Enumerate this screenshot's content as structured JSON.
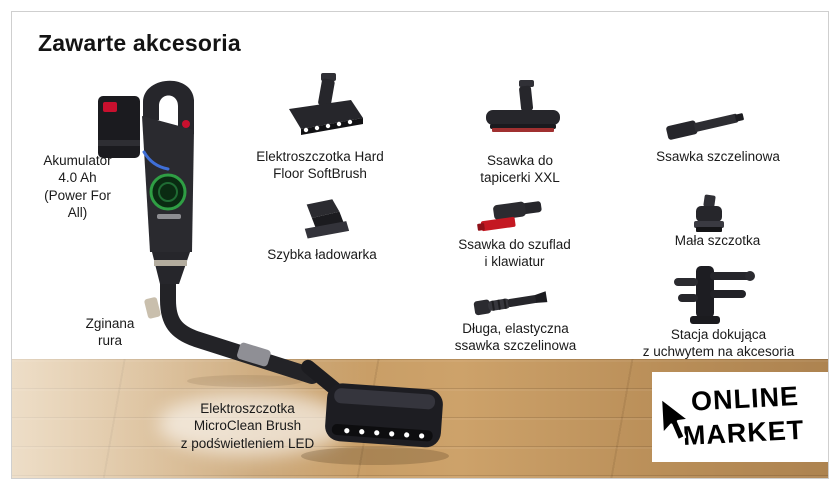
{
  "page": {
    "title": "Zawarte akcesoria"
  },
  "vacuum": {
    "battery_label": "Akumulator\n4.0 Ah\n(Power For\nAll)",
    "tube_label": "Zginana\nrura",
    "brush_label": "Elektroszczotka\nMicroClean Brush\nz podświetleniem LED"
  },
  "accessories": [
    {
      "id": "hard-floor-softbrush",
      "label": "Elektroszczotka Hard\nFloor SoftBrush"
    },
    {
      "id": "ssawka-tapicerki-xxl",
      "label": "Ssawka do\ntapicerki XXL"
    },
    {
      "id": "ssawka-szczelinowa",
      "label": "Ssawka szczelinowa"
    },
    {
      "id": "szybka-ladowarka",
      "label": "Szybka ładowarka"
    },
    {
      "id": "ssawka-szuflad",
      "label": "Ssawka do szuflad\ni klawiatur"
    },
    {
      "id": "mala-szczotka",
      "label": "Mała szczotka"
    },
    {
      "id": "dluga-ssawka",
      "label": "Długa, elastyczna\nssawka szczelinowa"
    },
    {
      "id": "stacja-dokujaca",
      "label": "Stacja dokująca\nz uchwytem na akcesoria"
    }
  ],
  "logo": {
    "line1": "ONLINE",
    "line2": "MARKET"
  },
  "colors": {
    "device_dark": "#26262b",
    "accent_red": "#c8102e",
    "display_green": "#2f9e44",
    "floor_wood": "#c49a63"
  }
}
